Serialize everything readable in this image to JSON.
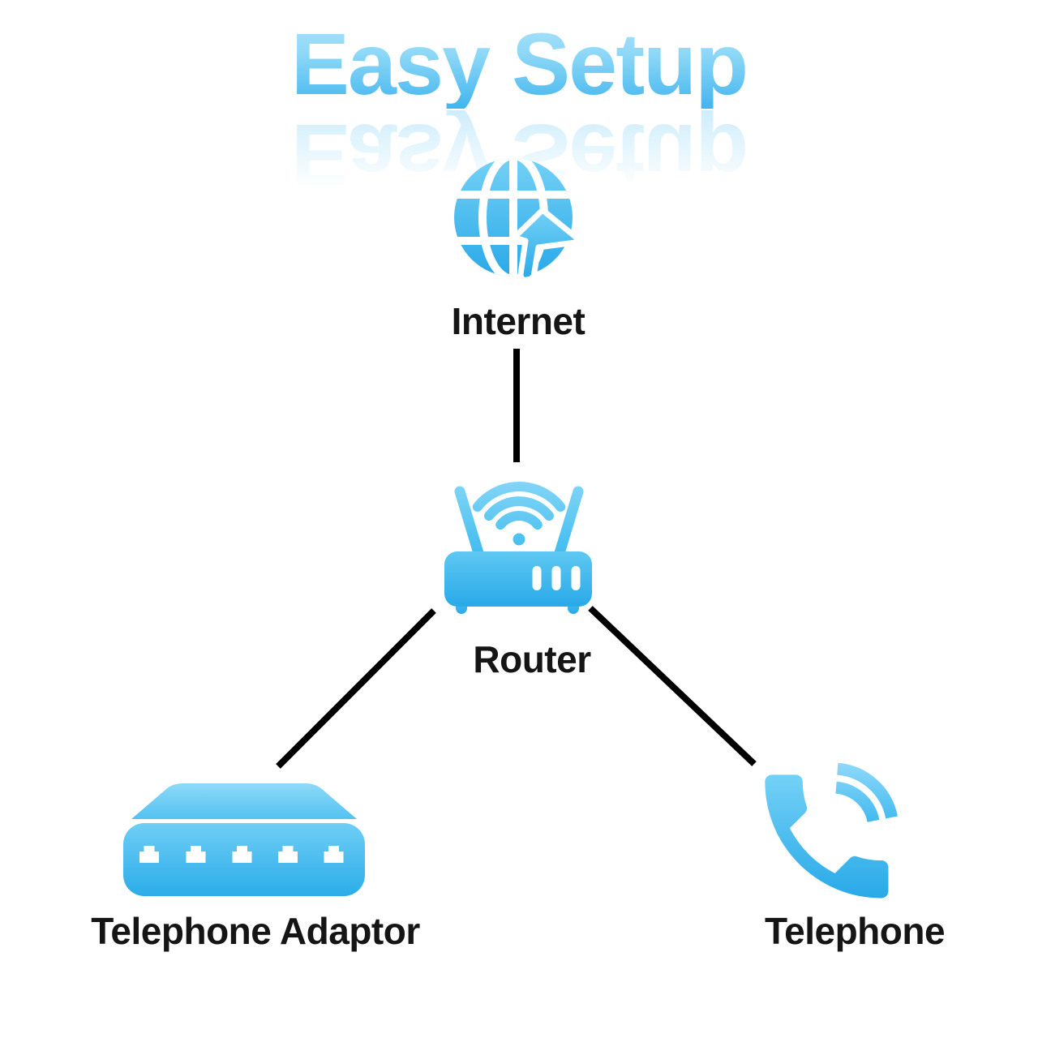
{
  "title": {
    "text": "Easy Setup"
  },
  "nodes": {
    "internet": {
      "label": "Internet",
      "icon": "globe-with-cursor-icon"
    },
    "router": {
      "label": "Router",
      "icon": "wifi-router-icon"
    },
    "adaptor": {
      "label": "Telephone Adaptor",
      "icon": "telephone-adaptor-icon"
    },
    "telephone": {
      "label": "Telephone",
      "icon": "phone-handset-icon"
    }
  },
  "connections": [
    {
      "from": "Internet",
      "to": "Router"
    },
    {
      "from": "Router",
      "to": "Telephone Adaptor"
    },
    {
      "from": "Router",
      "to": "Telephone"
    }
  ],
  "colors": {
    "background": "#ffffff",
    "title_gradient_top": "#ace2fa",
    "title_gradient_bottom": "#41b5ee",
    "icon_gradient_top": "#74d1f6",
    "icon_gradient_bottom": "#29a9e8",
    "lid_gradient_top": "#8ed9f8",
    "lid_gradient_bottom": "#53c2f1",
    "label_text": "#151515",
    "connector_line": "#000000"
  }
}
